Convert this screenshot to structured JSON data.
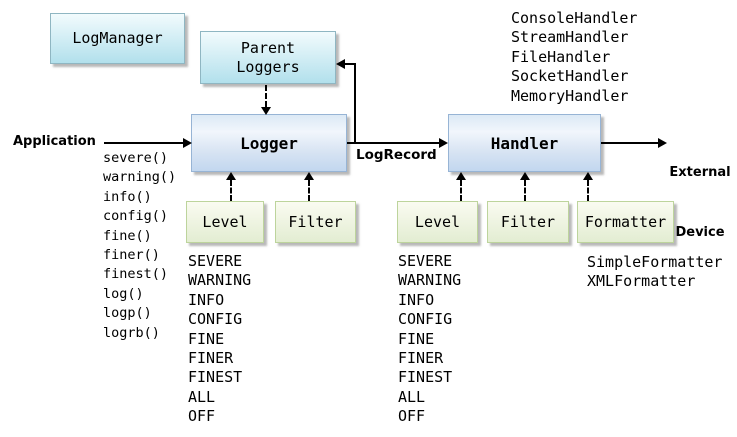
{
  "diagram": {
    "title_implied": "Java util logging architecture",
    "boxes": {
      "log_manager": "LogManager",
      "parent_loggers": [
        "Parent",
        "Loggers"
      ],
      "logger": "Logger",
      "handler": "Handler",
      "logger_level": "Level",
      "logger_filter": "Filter",
      "handler_level": "Level",
      "handler_filter": "Filter",
      "handler_formatter": "Formatter"
    },
    "labels": {
      "application": "Application",
      "log_record": "LogRecord",
      "external_device": [
        "External",
        "Device"
      ]
    },
    "lists": {
      "logger_methods": [
        "severe()",
        "warning()",
        "info()",
        "config()",
        "fine()",
        "finer()",
        "finest()",
        "log()",
        "logp()",
        "logrb()"
      ],
      "handler_types": [
        "ConsoleHandler",
        "StreamHandler",
        "FileHandler",
        "SocketHandler",
        "MemoryHandler"
      ],
      "logger_levels": [
        "SEVERE",
        "WARNING",
        "INFO",
        "CONFIG",
        "FINE",
        "FINER",
        "FINEST",
        "ALL",
        "OFF"
      ],
      "handler_levels": [
        "SEVERE",
        "WARNING",
        "INFO",
        "CONFIG",
        "FINE",
        "FINER",
        "FINEST",
        "ALL",
        "OFF"
      ],
      "formatter_types": [
        "SimpleFormatter",
        "XMLFormatter"
      ]
    },
    "colors": {
      "cyan_box_top": "#f2fbfd",
      "cyan_box_bottom": "#b2e0ec",
      "cyan_border": "#8fb6c2",
      "blue_box_top": "#f1f6fc",
      "blue_box_bottom": "#c2d7ef",
      "blue_border": "#97b4d5",
      "green_box_top": "#fafbf1",
      "green_box_bottom": "#e3edd2",
      "green_border": "#bdd49c",
      "line_color": "#000000"
    }
  }
}
